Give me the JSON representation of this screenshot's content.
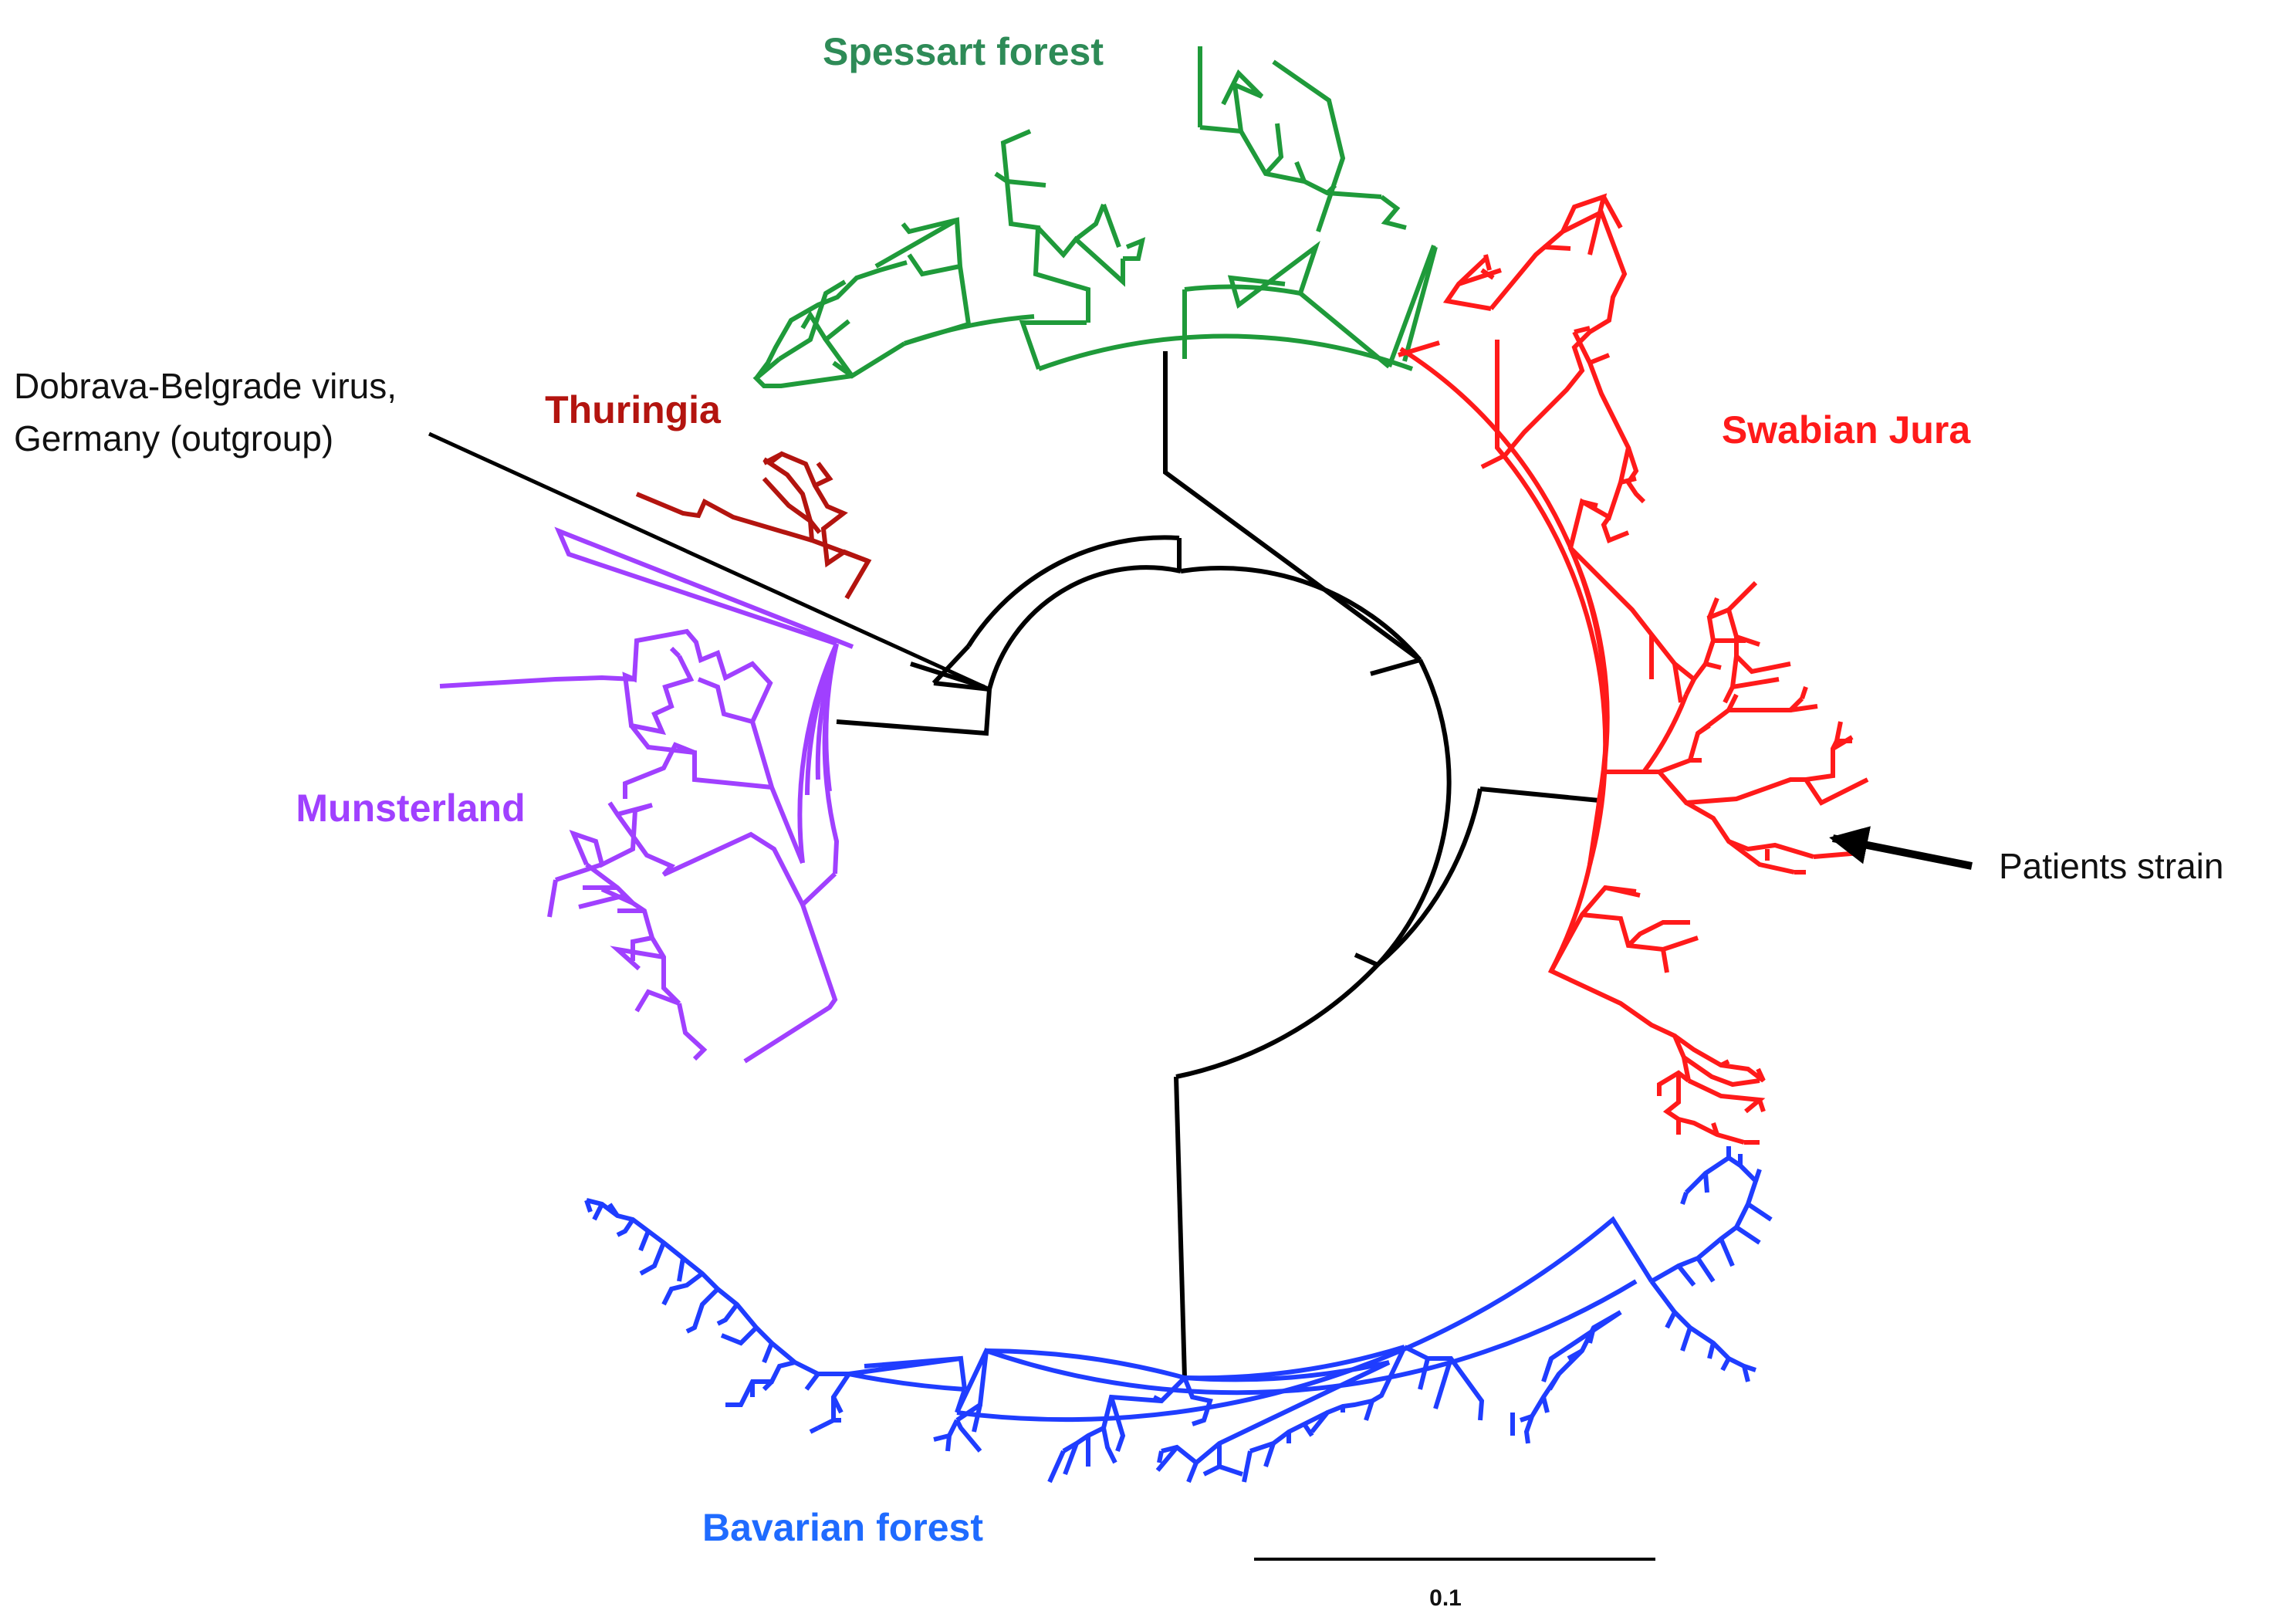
{
  "clades": [
    {
      "id": "spessart",
      "label": "Spessart forest",
      "color": "#1f9a3a"
    },
    {
      "id": "swabian",
      "label": "Swabian Jura",
      "color": "#ff1a1a"
    },
    {
      "id": "thuringia",
      "label": "Thuringia",
      "color": "#b3140f"
    },
    {
      "id": "munsterland",
      "label": "Munsterland",
      "color": "#a040ff"
    },
    {
      "id": "bavarian",
      "label": "Bavarian forest",
      "color": "#1f3dff"
    }
  ],
  "outgroup": {
    "line1": "Dobrava-Belgrade virus,",
    "line2": "Germany (outgroup)",
    "color": "#000000"
  },
  "annotation": {
    "label": "Patients strain"
  },
  "scale_bar": {
    "label": "0.1",
    "value": 0.1
  },
  "backbone_color": "#000000",
  "title_dark_green": "#2e8b57"
}
